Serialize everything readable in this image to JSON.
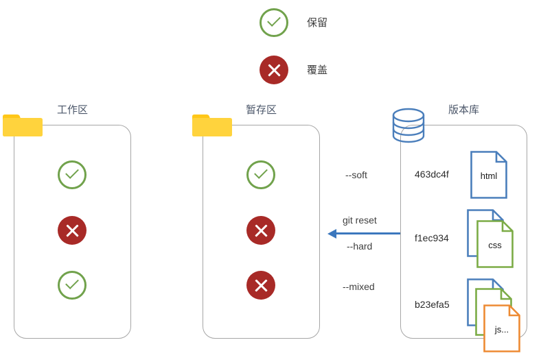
{
  "legend": {
    "items": [
      {
        "icon": "check-circle-icon",
        "label": "保留",
        "color": "#71a24c"
      },
      {
        "icon": "x-circle-icon",
        "label": "覆盖",
        "color": "#a82a27"
      }
    ]
  },
  "areas": {
    "working": {
      "title": "工作区",
      "icon": "folder-icon",
      "marks": [
        "keep",
        "overwrite",
        "keep"
      ]
    },
    "staging": {
      "title": "暂存区",
      "icon": "folder-icon",
      "marks": [
        "keep",
        "overwrite",
        "overwrite"
      ]
    },
    "repository": {
      "title": "版本库",
      "icon": "database-icon",
      "commits": [
        {
          "hash": "463dc4f",
          "files": [
            {
              "label": "html",
              "color": "#4a7ebb"
            }
          ]
        },
        {
          "hash": "f1ec934",
          "files": [
            {
              "label": "",
              "color": "#4a7ebb"
            },
            {
              "label": "css",
              "color": "#7bab45"
            }
          ]
        },
        {
          "hash": "b23efa5",
          "files": [
            {
              "label": "",
              "color": "#4a7ebb"
            },
            {
              "label": "",
              "color": "#7bab45"
            },
            {
              "label": "js...",
              "color": "#ed8a33"
            }
          ]
        }
      ]
    }
  },
  "reset": {
    "command": "git reset",
    "options": {
      "soft": "--soft",
      "hard": "--hard",
      "mixed": "--mixed"
    },
    "arrow_color": "#3b77bd"
  },
  "colors": {
    "keep": "#71a24c",
    "overwrite": "#a82a27",
    "folder": "#ffc719",
    "database": "#4a7ebb",
    "panel_border": "#a6a6a6",
    "title": "#4a5568"
  }
}
